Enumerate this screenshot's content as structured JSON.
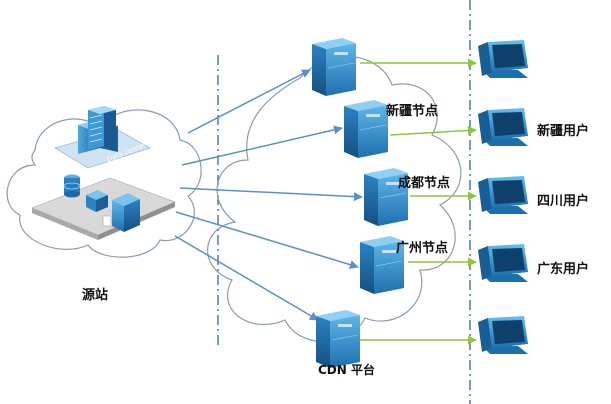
{
  "origin": {
    "label": "源站",
    "datacenter_sign": "Data center"
  },
  "cdn": {
    "label": "CDN 平台",
    "nodes": [
      {
        "id": "top",
        "label": ""
      },
      {
        "id": "xinjiang",
        "label": "新疆节点"
      },
      {
        "id": "chengdu",
        "label": "成都节点"
      },
      {
        "id": "guangzhou",
        "label": "广州节点"
      },
      {
        "id": "bottom",
        "label": ""
      }
    ]
  },
  "users": [
    {
      "id": "u1",
      "label": ""
    },
    {
      "id": "u2",
      "label": "新疆用户"
    },
    {
      "id": "u3",
      "label": "四川用户"
    },
    {
      "id": "u4",
      "label": "广东用户"
    },
    {
      "id": "u5",
      "label": ""
    }
  ],
  "colors": {
    "origin_arrow": "#5b8fc9",
    "node_to_user_arrow": "#8cc63f",
    "divider": "#3a6fb0",
    "server": "#2e86c1",
    "monitor": "#2a8fd0",
    "cloud_stroke": "#8a9bb0"
  },
  "icons": {
    "origin": "data-center-icon",
    "node": "server-icon",
    "user": "monitor-icon"
  }
}
